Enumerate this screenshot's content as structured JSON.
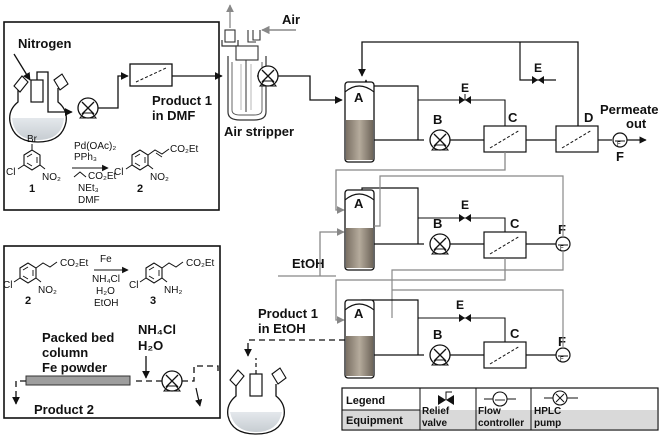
{
  "labels": {
    "nitrogen": "Nitrogen",
    "air": "Air",
    "product1_dmf_a": "Product 1",
    "product1_dmf_b": "in DMF",
    "air_stripper": "Air stripper",
    "permeate_a": "Permeate",
    "permeate_b": "out",
    "F": "F",
    "etoh": "EtOH",
    "product1_etoh_a": "Product 1",
    "product1_etoh_b": "in EtOH",
    "packed_1": "Packed bed",
    "packed_2": "column",
    "packed_3": "Fe powder",
    "nh4cl": "NH₄Cl",
    "h2o": "H₂O",
    "product2": "Product 2"
  },
  "unit_labels": {
    "A": "A",
    "B": "B",
    "C": "C",
    "D": "D",
    "E": "E"
  },
  "reaction1": {
    "sm_sub_br": "Br",
    "sm_sub_cl": "Cl",
    "sm_sub_no2": "NO₂",
    "sm_num": "1",
    "reagent_1": "Pd(OAc)₂",
    "reagent_2": "PPh₃",
    "reagent_3": "CO₂Et",
    "reagent_4": "NEt₃",
    "reagent_5": "DMF",
    "pr_sub_co2et": "CO₂Et",
    "pr_sub_cl": "Cl",
    "pr_sub_no2": "NO₂",
    "pr_num": "2"
  },
  "reaction2": {
    "sm_sub_co2et": "CO₂Et",
    "sm_sub_cl": "Cl",
    "sm_sub_no2": "NO₂",
    "sm_num": "2",
    "reagent_1": "Fe",
    "reagent_2": "NH₄Cl",
    "reagent_3": "H₂O",
    "reagent_4": "EtOH",
    "pr_sub_co2et": "CO₂Et",
    "pr_sub_cl": "Cl",
    "pr_sub_nh2": "NH₂",
    "pr_num": "3"
  },
  "legend": {
    "title": "Legend",
    "equipment": "Equipment",
    "relief_1": "Relief",
    "relief_2": "valve",
    "flow_1": "Flow",
    "flow_2": "controller",
    "hplc_1": "HPLC",
    "hplc_2": "pump"
  }
}
